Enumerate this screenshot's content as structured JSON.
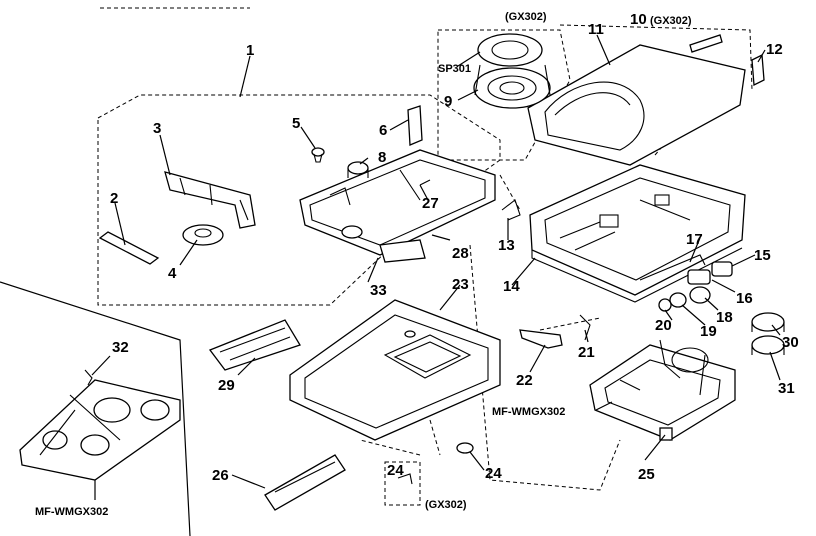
{
  "labels": {
    "l1": "1",
    "l2": "2",
    "l3": "3",
    "l4": "4",
    "l5": "5",
    "l6": "6",
    "l8": "8",
    "l9": "9",
    "l10": "10",
    "l11": "11",
    "l12": "12",
    "l13": "13",
    "l14": "14",
    "l15": "15",
    "l16": "16",
    "l17": "17",
    "l18": "18",
    "l19": "19",
    "l20": "20",
    "l21": "21",
    "l22": "22",
    "l23": "23",
    "l24a": "24",
    "l24b": "24",
    "l25": "25",
    "l26": "26",
    "l27": "27",
    "l28": "28",
    "l29": "29",
    "l30": "30",
    "l31": "31",
    "l32": "32",
    "l33": "33",
    "sp301": "SP301",
    "gx_top": "(GX302)",
    "gx_10": "(GX302)",
    "gx_bottom": "(GX302)",
    "mf_right": "MF-WMGX302",
    "mf_left": "MF-WMGX302"
  }
}
